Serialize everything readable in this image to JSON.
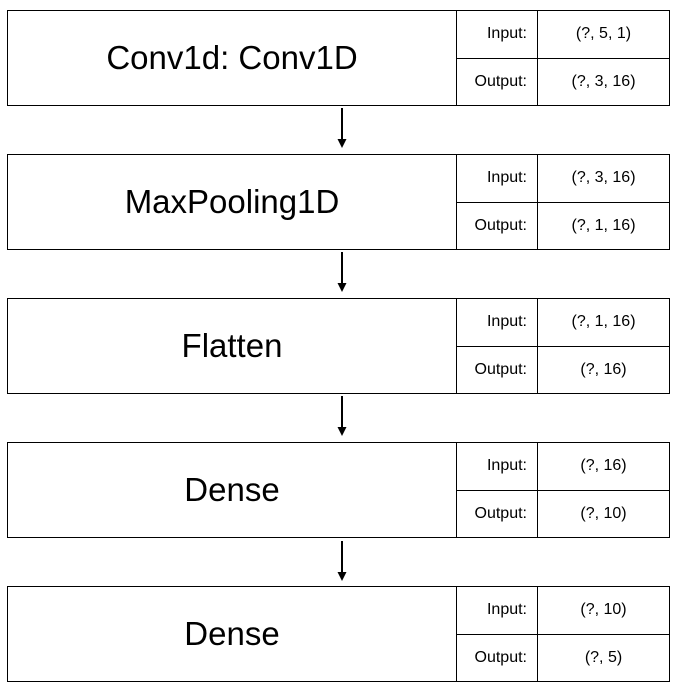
{
  "layers": [
    {
      "name": "Conv1d: Conv1D",
      "input_label": "Input:",
      "input": "(?, 5, 1)",
      "output_label": "Output:",
      "output": "(?, 3, 16)"
    },
    {
      "name": "MaxPooling1D",
      "input_label": "Input:",
      "input": "(?, 3, 16)",
      "output_label": "Output:",
      "output": "(?, 1, 16)"
    },
    {
      "name": "Flatten",
      "input_label": "Input:",
      "input": "(?, 1, 16)",
      "output_label": "Output:",
      "output": "(?, 16)"
    },
    {
      "name": "Dense",
      "input_label": "Input:",
      "input": "(?, 16)",
      "output_label": "Output:",
      "output": "(?, 10)"
    },
    {
      "name": "Dense",
      "input_label": "Input:",
      "input": "(?, 10)",
      "output_label": "Output:",
      "output": "(?, 5)"
    }
  ]
}
